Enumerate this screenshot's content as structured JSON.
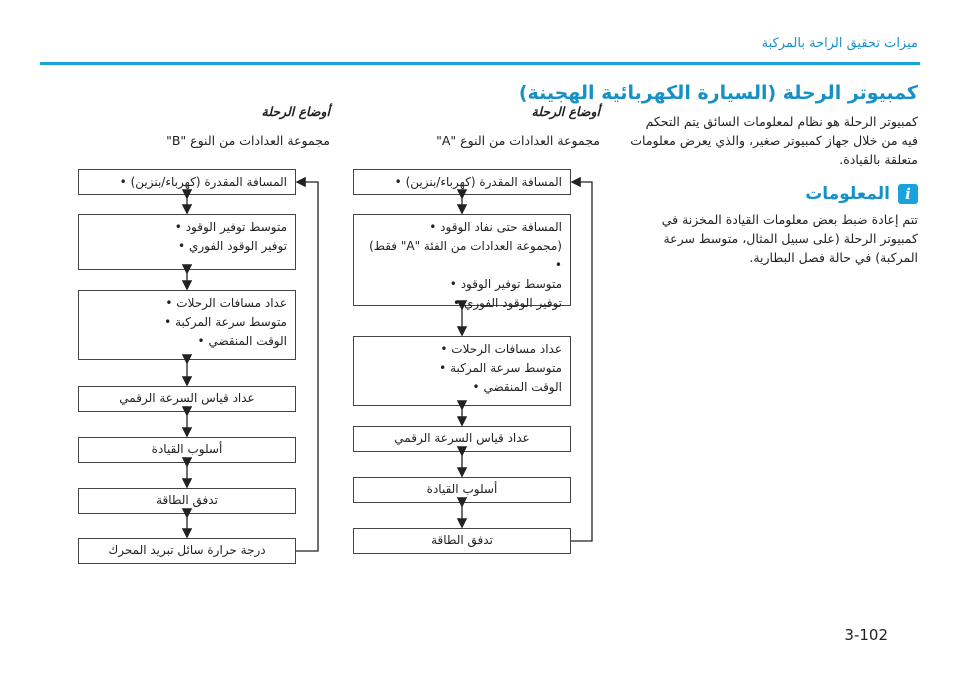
{
  "header": {
    "title": "ميزات تحقيق الراحة بالمركبة"
  },
  "section": {
    "title": "كمبيوتر الرحلة (السيارة الكهربائية الهجينة)",
    "intro": "كمبيوتر الرحلة هو نظام لمعلومات السائق يتم التحكم فيه من خلال جهاز كمبيوتر صغير، والذي يعرض معلومات متعلقة بالقيادة."
  },
  "info_box": {
    "icon": "info-icon",
    "title": "المعلومات",
    "body": "تتم إعادة ضبط بعض معلومات القيادة المخزنة في كمبيوتر الرحلة (على سبيل المثال، متوسط سرعة المركبة) في حالة فصل البطارية."
  },
  "mode_a": {
    "heading": "أوضاع الرحلة",
    "group_label": "مجموعة العدادات من النوع \"A\"",
    "boxes": [
      {
        "items": [
          "المسافة المقدرة (كهرباء/بنزين)"
        ]
      },
      {
        "items": [
          "المسافة حتى نفاد الوقود",
          "(مجموعة العدادات من الفئة \"A\" فقط)",
          "متوسط توفير الوقود",
          "توفير الوقود الفوري"
        ]
      },
      {
        "items": [
          "عداد مسافات الرحلات",
          "متوسط سرعة المركبة",
          "الوقت المنقضي"
        ]
      },
      {
        "text": "عداد قياس السرعة الرقمي"
      },
      {
        "text": "أسلوب القيادة"
      },
      {
        "text": "تدفق الطاقة"
      }
    ]
  },
  "mode_b": {
    "heading": "أوضاع الرحلة",
    "group_label": "مجموعة العدادات من النوع \"B\"",
    "boxes": [
      {
        "items": [
          "المسافة المقدرة (كهرباء/بنزين)"
        ]
      },
      {
        "items": [
          "متوسط توفير الوقود",
          "توفير الوقود الفوري"
        ]
      },
      {
        "items": [
          "عداد مسافات الرحلات",
          "متوسط سرعة المركبة",
          "الوقت المنقضي"
        ]
      },
      {
        "text": "عداد قياس السرعة الرقمي"
      },
      {
        "text": "أسلوب القيادة"
      },
      {
        "text": "تدفق الطاقة"
      },
      {
        "text": "درجة حرارة سائل تبريد المحرك"
      }
    ]
  },
  "page_number": "3-102",
  "colors": {
    "accent": "#19a3de",
    "accent_text": "#1591c8",
    "arrow": "#222222"
  }
}
